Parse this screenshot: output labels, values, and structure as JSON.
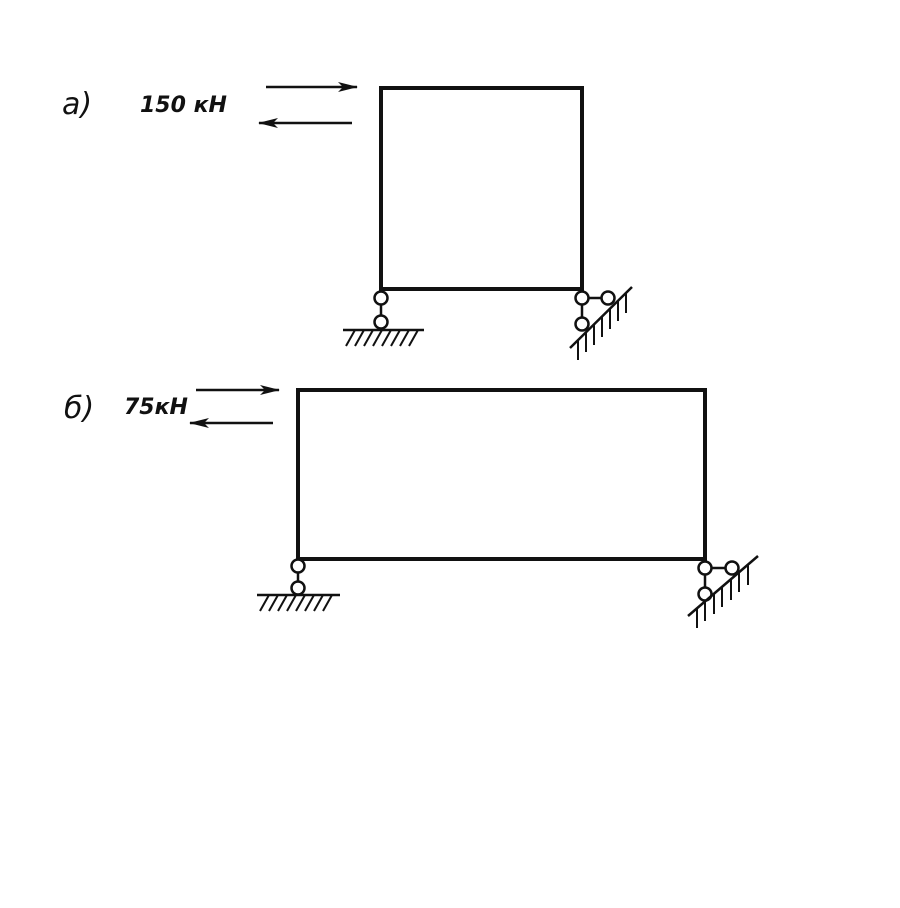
{
  "panels": [
    {
      "id": "a",
      "label": "а)",
      "load": "150 кН"
    },
    {
      "id": "b",
      "label": "б)",
      "load": "75кН"
    }
  ],
  "colors": {
    "ink": "#111111",
    "paper": "#ffffff"
  },
  "icons": {
    "force_arrows": "opposing-arrows-icon",
    "left_support": "roller-support-icon",
    "right_support": "pinned-wall-support-icon"
  }
}
